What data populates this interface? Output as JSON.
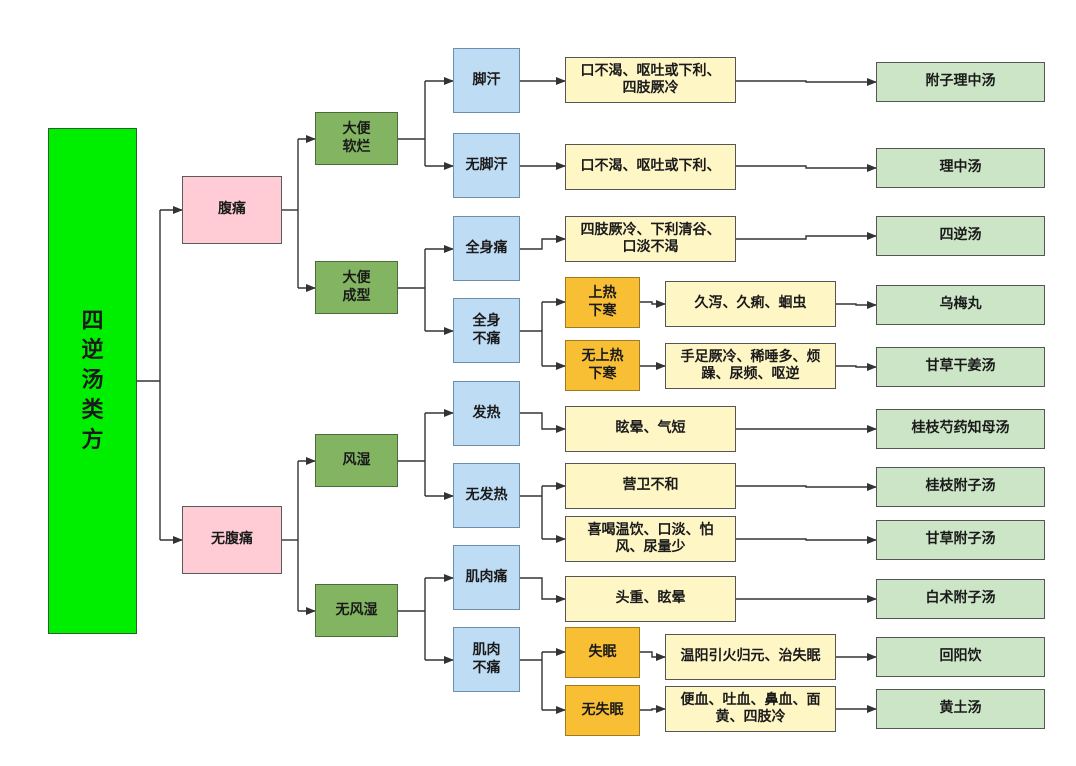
{
  "root": "四\n逆\n汤\n类\n方",
  "l1": [
    "腹痛",
    "无腹痛"
  ],
  "l2": [
    "大便\n软烂",
    "大便\n成型",
    "风湿",
    "无风湿"
  ],
  "l3": [
    "脚汗",
    "无脚汗",
    "全身痛",
    "全身\n不痛",
    "发热",
    "无发热",
    "肌肉痛",
    "肌肉\n不痛"
  ],
  "l4": [
    "上热\n下寒",
    "无上热\n下寒",
    "失眠",
    "无失眠"
  ],
  "symptoms": [
    "口不渴、呕吐或下利、\n四肢厥冷",
    "口不渴、呕吐或下利、",
    "四肢厥冷、下利清谷、\n口淡不渴",
    "久泻、久痢、蛔虫",
    "手足厥冷、稀唾多、烦\n躁、尿频、呕逆",
    "眩晕、气短",
    "营卫不和",
    "喜喝温饮、口淡、怕\n风、尿量少",
    "头重、眩晕",
    "温阳引火归元、治失眠",
    "便血、吐血、鼻血、面\n黄、四肢冷"
  ],
  "formulas": [
    "附子理中汤",
    "理中汤",
    "四逆汤",
    "乌梅丸",
    "甘草干姜汤",
    "桂枝芍药知母汤",
    "桂枝附子汤",
    "甘草附子汤",
    "白术附子汤",
    "回阳饮",
    "黄土汤"
  ]
}
